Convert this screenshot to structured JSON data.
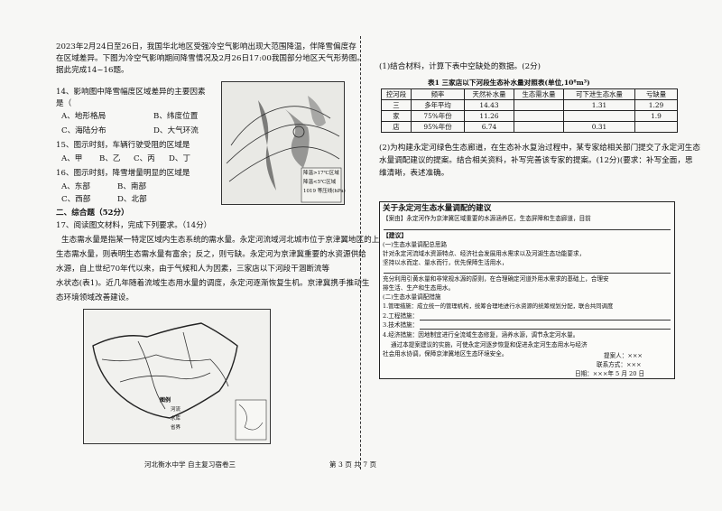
{
  "left": {
    "intro_1": "2023年2月24日至26日，我国华北地区受强冷空气影响出现大范围降温，伴降雪偏度存",
    "intro_2": "在区域差异。下图为冷空气影响期间降雪情况及2月26日17:00我国部分地区天气形势图。",
    "intro_3": "据此完成14~16题。",
    "q14": "14、影响图中降雪幅度区域差异的主要因素",
    "q14b": "是（",
    "q14_opts": [
      "A、地形格局",
      "B、纬度位置",
      "C、海陆分布",
      "D、大气环流"
    ],
    "q15": "15、图示时刻，车辆行驶受阻的区域是",
    "q15_opts": [
      "A、甲",
      "B、乙",
      "C、丙",
      "D、丁"
    ],
    "q16": "16、图示时刻，降雪增量明显的区域是",
    "q16_opts": [
      "A、东部",
      "B、南部",
      "C、西部",
      "D、北部"
    ],
    "section2": "二、综合题（52分）",
    "q17": "17、阅读图文材料，完成下列要求。（14分）",
    "para": [
      "生态需水量是指某一特定区域内生态系统的需水量。永定河流域河北城市位于京津翼地区的上游，",
      "生态需水量，则表明生态需水量有富余；反之，则亏缺。永定河为京津冀重要的水资源供给",
      "水源，自上世纪70年代以来，由于气候和人为因素，三家店以下河段干涸断流等",
      "水状态(表1)。近几年随着流域生态用水量的调度，永定河逐渐恢复生机。京津冀携手推动生",
      "态环境领域改善建设。"
    ],
    "map_legend_title": "图例",
    "map_legend": [
      "河流",
      "水库",
      "省界"
    ],
    "weather_legend": [
      "降温>17℃区域",
      "降温<5℃区域",
      "1019 等压线(hPa)"
    ],
    "footer_left": "河北衡水中学   自主复习宿卷三",
    "footer_right": "第 3 页 共 7 页"
  },
  "right": {
    "q1": "(1)结合材料，计算下表中空缺处的数据。(2分)",
    "table_caption": "表1  三家店以下河段生态补水量对照表(单位,10⁸m³)",
    "table_header": [
      "控河段",
      "频率",
      "天然补水量",
      "生态需水量",
      "可下泄生态水量",
      "亏缺量"
    ],
    "table_rows": [
      [
        "三",
        "多年平均",
        "14.43",
        "",
        "1.31",
        "1.29"
      ],
      [
        "家",
        "75%年份",
        "11.26",
        "",
        "",
        "1.9"
      ],
      [
        "店",
        "95%年份",
        "6.74",
        "",
        "0.31",
        ""
      ]
    ],
    "q2_l1": "(2)为构建永定河绿色生态廊道，在生态补水复治过程中，某专家给相关部门提交了永定河生态",
    "q2_l2": "水量调配建议的提案。结合相关资料，补写完善该专家的提案。(12分)(要求：补写全面，思",
    "q2_l3": "维清晰，表述准确。",
    "memo_title": "关于永定河生态水量调配的建议",
    "memo_reason": "【案由】永定河作为京津冀区域重要的水源涵养区，生态屏障和生态廊道，目前",
    "memo_suggest": "【建议】",
    "memo_lines": [
      "(一)生态水量调配总思路",
      "针对永定河流域水资源特点、经济社会发展用水需求以及河湖生态功能要求，",
      "坚持以水而定、量水而行，优先保障生活用水，",
      "充分利用引黄水量和非常规水源的原则，在合理确定河道外用水需求的基础上，合理安",
      "排生活、生产和生态用水。",
      "(二)生态水量调配措施",
      "1.管理措施：成立统一的管理机构，统筹合理地进行水资源的统筹规划分配，联合共同调度",
      "2.工程措施：",
      "3.技术措施：",
      "4.经济措施：因地制宜进行全流域生态修复，涵养水源，调节永定河水量。",
      "通过本提案建议的实施，可使永定河逐步恢复和促进永定河生态用水与经济",
      "社会用水协调，保障京津冀地区生态环境安全。"
    ],
    "memo_sign": "提案人：×××",
    "memo_contact": "联系方式：×××",
    "memo_date": "日期：×××年 5 月 20 日"
  }
}
